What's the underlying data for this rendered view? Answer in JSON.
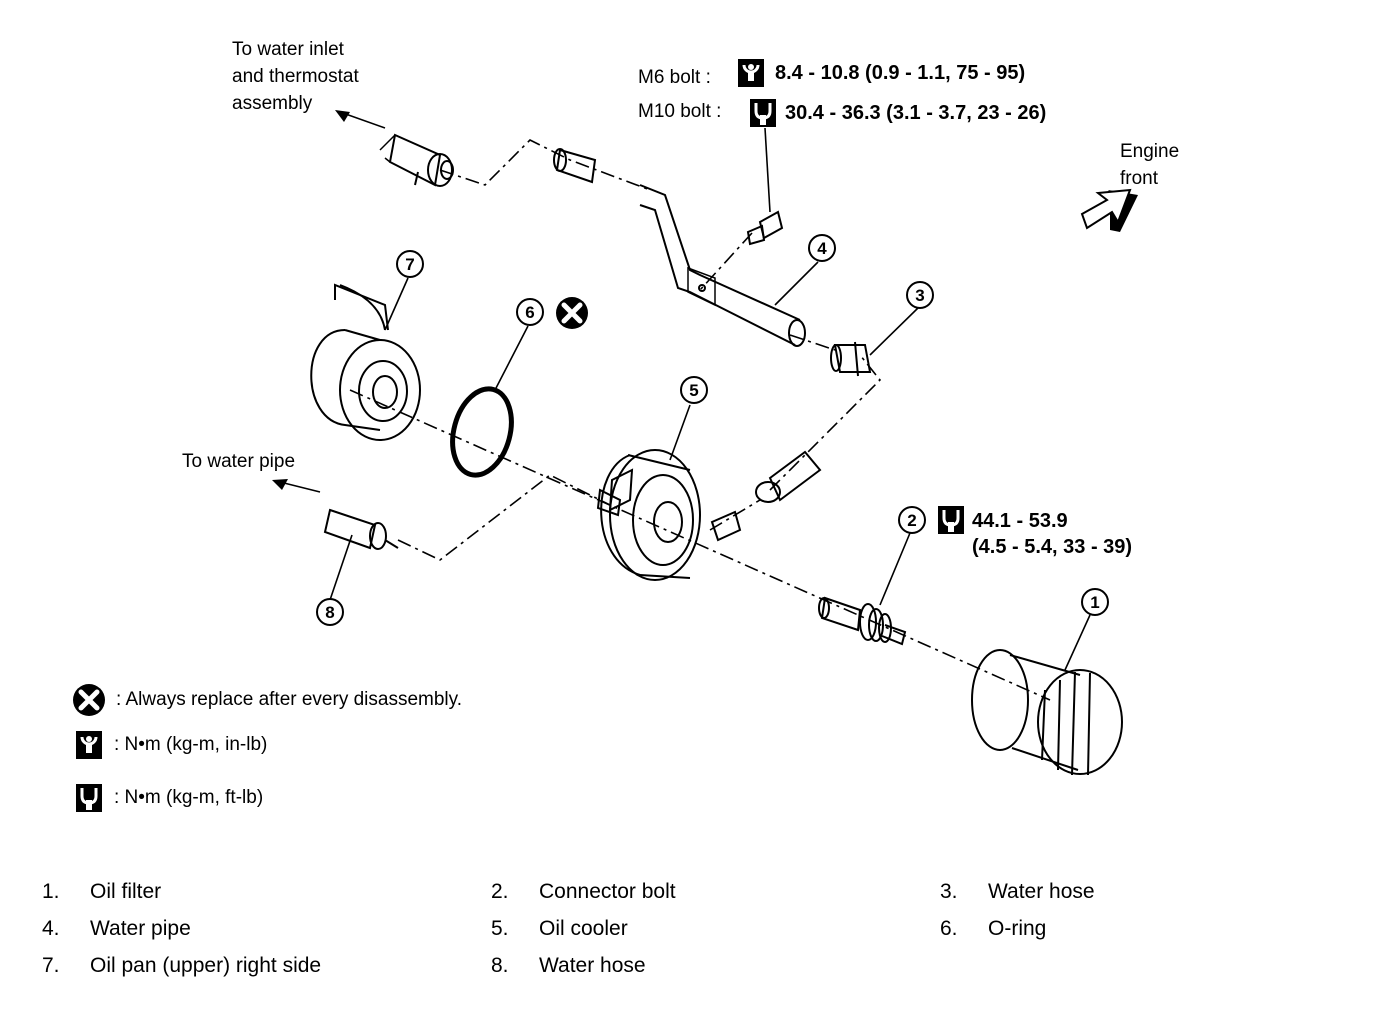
{
  "labels": {
    "water_inlet": "To water inlet\nand thermostat\nassembly",
    "water_pipe_dest": "To water pipe",
    "engine_front": "Engine\nfront"
  },
  "torque_specs": {
    "m6_prefix": "M6 bolt :",
    "m6_value": "8.4 - 10.8 (0.9 - 1.1, 75 - 95)",
    "m10_prefix": "M10 bolt :",
    "m10_value": "30.4 - 36.3 (3.1 - 3.7, 23 - 26)",
    "connector_value": "44.1 - 53.9\n(4.5 - 5.4, 33 - 39)"
  },
  "callouts": [
    "1",
    "2",
    "3",
    "4",
    "5",
    "6",
    "7",
    "8"
  ],
  "legend": [
    {
      "icon": "replace-x-icon",
      "text": ": Always replace after every disassembly."
    },
    {
      "icon": "torque-in-lb-icon",
      "text": ":  N•m  (kg-m,  in-lb)"
    },
    {
      "icon": "torque-ft-lb-icon",
      "text": ":  N•m  (kg-m,  ft-lb)"
    }
  ],
  "parts": [
    {
      "num": "1.",
      "name": "Oil filter"
    },
    {
      "num": "2.",
      "name": "Connector bolt"
    },
    {
      "num": "3.",
      "name": "Water hose"
    },
    {
      "num": "4.",
      "name": "Water pipe"
    },
    {
      "num": "5.",
      "name": "Oil cooler"
    },
    {
      "num": "6.",
      "name": "O-ring"
    },
    {
      "num": "7.",
      "name": "Oil pan (upper) right side"
    },
    {
      "num": "8.",
      "name": "Water hose"
    }
  ]
}
